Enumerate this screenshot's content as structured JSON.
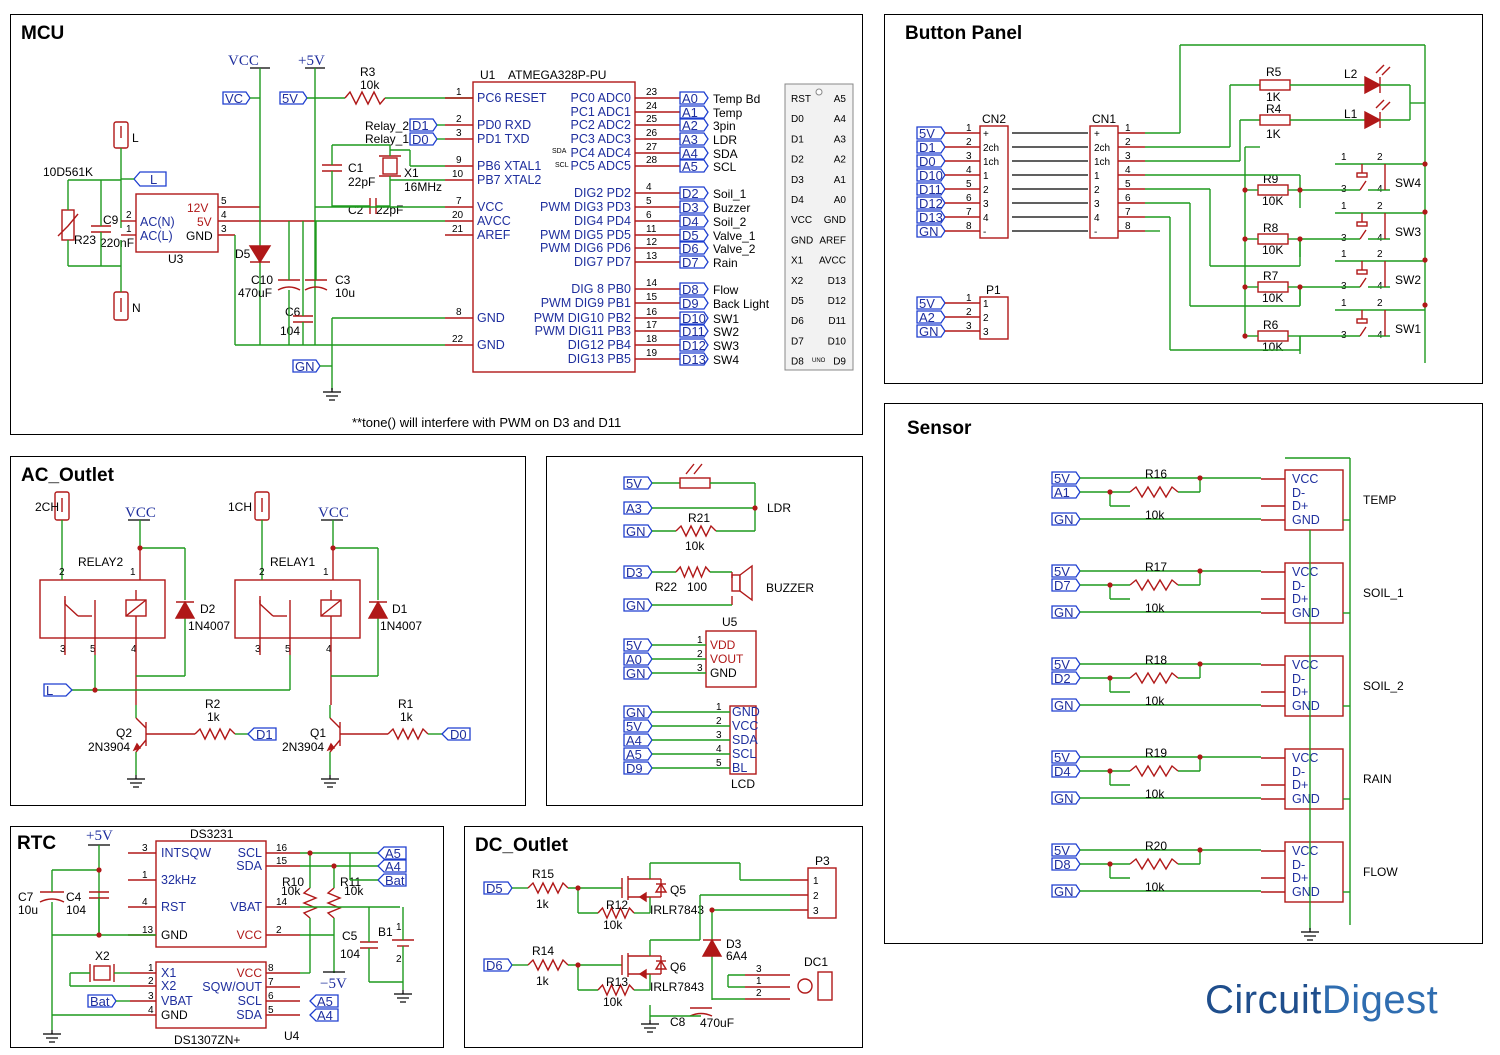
{
  "panels": {
    "mcu": "MCU",
    "button_panel": "Button Panel",
    "ac_outlet": "AC_Outlet",
    "sensor": "Sensor",
    "rtc": "RTC",
    "dc_outlet": "DC_Outlet"
  },
  "mcu": {
    "vcc": "VCC",
    "plus5v": "+5V",
    "r3": "R3",
    "r3_val": "10k",
    "u1": "U1",
    "u1_part": "ATMEGA328P-PU",
    "relay2": "Relay_2",
    "relay1": "Relay_1",
    "c1": "C1",
    "c1_val": "22pF",
    "c2": "C2",
    "c2_val": "22pF",
    "x1": "X1",
    "x1_val": "16MHz",
    "varistor": "10D561K",
    "r23": "R23",
    "c9": "C9",
    "c9_val": "220nF",
    "u3": "U3",
    "u3_pins": [
      "AC(N)",
      "AC(L)",
      "12V",
      "5V",
      "GND"
    ],
    "d5": "D5",
    "c10": "C10",
    "c10_val": "470uF",
    "c6": "C6",
    "c6_val": "104",
    "c3": "C3",
    "c3_val": "10u",
    "l_conn": "L",
    "n_conn": "N",
    "left_pins": [
      {
        "num": "1",
        "name": "PC6 RESET"
      },
      {
        "num": "2",
        "name": "PD0 RXD"
      },
      {
        "num": "3",
        "name": "PD1 TXD"
      },
      {
        "num": "9",
        "name": "PB6 XTAL1"
      },
      {
        "num": "10",
        "name": "PB7 XTAL2"
      },
      {
        "num": "7",
        "name": "VCC"
      },
      {
        "num": "20",
        "name": "AVCC"
      },
      {
        "num": "21",
        "name": "AREF"
      },
      {
        "num": "8",
        "name": "GND"
      },
      {
        "num": "22",
        "name": "GND"
      }
    ],
    "right_pins": [
      {
        "num": "23",
        "name": "PC0 ADC0",
        "net": "A0",
        "label": "Temp Bd"
      },
      {
        "num": "24",
        "name": "PC1 ADC1",
        "net": "A1",
        "label": "Temp"
      },
      {
        "num": "25",
        "name": "PC2 ADC2",
        "net": "A2",
        "label": "3pin"
      },
      {
        "num": "26",
        "name": "PC3 ADC3",
        "net": "A3",
        "label": "LDR"
      },
      {
        "num": "27",
        "name": "PC4 ADC4",
        "net": "A4",
        "label": "SDA"
      },
      {
        "num": "28",
        "name": "PC5 ADC5",
        "net": "A5",
        "label": "SCL"
      },
      {
        "num": "4",
        "name": "DIG2 PD2",
        "net": "D2",
        "label": "Soil_1"
      },
      {
        "num": "5",
        "name": "PWM DIG3 PD3",
        "net": "D3",
        "label": "Buzzer"
      },
      {
        "num": "6",
        "name": "DIG4 PD4",
        "net": "D4",
        "label": "Soil_2"
      },
      {
        "num": "11",
        "name": "PWM DIG5 PD5",
        "net": "D5",
        "label": "Valve_1"
      },
      {
        "num": "12",
        "name": "PWM DIG6 PD6",
        "net": "D6",
        "label": "Valve_2"
      },
      {
        "num": "13",
        "name": "DIG7 PD7",
        "net": "D7",
        "label": "Rain"
      },
      {
        "num": "14",
        "name": "DIG 8 PB0",
        "net": "D8",
        "label": "Flow"
      },
      {
        "num": "15",
        "name": "PWM DIG9 PB1",
        "net": "D9",
        "label": "Back Light"
      },
      {
        "num": "16",
        "name": "PWM DIG10 PB2",
        "net": "D10",
        "label": "SW1"
      },
      {
        "num": "17",
        "name": "PWM DIG11 PB3",
        "net": "D11",
        "label": "SW2"
      },
      {
        "num": "18",
        "name": "DIG12 PB4",
        "net": "D12",
        "label": "SW3"
      },
      {
        "num": "19",
        "name": "DIG13 PB5",
        "net": "D13",
        "label": "SW4"
      }
    ],
    "sda_tag": "SDA",
    "scl_tag": "SCL",
    "uno_left": [
      "RST",
      "D0",
      "D1",
      "D2",
      "D3",
      "D4",
      "VCC",
      "GND",
      "X1",
      "X2",
      "D5",
      "D6",
      "D7",
      "D8"
    ],
    "uno_right": [
      "A5",
      "A4",
      "A3",
      "A2",
      "A1",
      "A0",
      "GND",
      "AREF",
      "AVCC",
      "D13",
      "D12",
      "D11",
      "D10",
      "D9"
    ],
    "uno_tag": "UNO",
    "note": "**tone() will interfere with PWM on D3 and D11",
    "gn_tag": "GN",
    "vc_tag": "VC",
    "v5_tag": "5V"
  },
  "button_panel": {
    "cn2": "CN2",
    "cn1": "CN1",
    "cn2_nets": [
      "5V",
      "D1",
      "D0",
      "D10",
      "D11",
      "D12",
      "D13",
      "GN"
    ],
    "pin_nums": [
      "1",
      "2",
      "3",
      "4",
      "5",
      "6",
      "7",
      "8"
    ],
    "cn_labels": [
      "+",
      "2ch",
      "1ch",
      "1",
      "2",
      "3",
      "4",
      "-"
    ],
    "r5": "R5",
    "r5_val": "1K",
    "r4": "R4",
    "r4_val": "1K",
    "l2": "L2",
    "l1": "L1",
    "r9": "R9",
    "r9_val": "10K",
    "r8": "R8",
    "r8_val": "10K",
    "r7": "R7",
    "r7_val": "10K",
    "r6": "R6",
    "r6_val": "10K",
    "switches": [
      "SW4",
      "SW3",
      "SW2",
      "SW1"
    ],
    "p1": "P1",
    "p1_nets": [
      "5V",
      "A2",
      "GN"
    ],
    "p1_pins": [
      "1",
      "2",
      "3"
    ]
  },
  "ac_outlet": {
    "ch2": "2CH",
    "ch1": "1CH",
    "vcc": "VCC",
    "relay2": "RELAY2",
    "relay1": "RELAY1",
    "d2": "D2",
    "d2_val": "1N4007",
    "d1": "D1",
    "d1_val": "1N4007",
    "q2": "Q2",
    "q2_val": "2N3904",
    "q1": "Q1",
    "q1_val": "2N3904",
    "r2": "R2",
    "r2_val": "1k",
    "r1": "R1",
    "r1_val": "1k",
    "net_d1": "D1",
    "net_d0": "D0",
    "net_l": "L",
    "relay_pins": [
      "2",
      "1",
      "3",
      "5",
      "4"
    ]
  },
  "misc": {
    "ldr_label": "LDR",
    "r21": "R21",
    "r21_val": "10k",
    "r22": "R22",
    "r22_val": "100",
    "buzzer_label": "BUZZER",
    "u5": "U5",
    "u5_pins": [
      "VDD",
      "VOUT",
      "GND"
    ],
    "lcd_label": "LCD",
    "lcd_pins": [
      "GND",
      "VCC",
      "SDA",
      "SCL",
      "BL"
    ],
    "nets_ldr": [
      "5V",
      "A3",
      "GN"
    ],
    "nets_buzzer": [
      "D3",
      "GN"
    ],
    "nets_u5": [
      "5V",
      "A0",
      "GN"
    ],
    "nets_lcd": [
      "GN",
      "5V",
      "A4",
      "A5",
      "D9"
    ]
  },
  "sensor": {
    "pins": [
      "VCC",
      "D-",
      "D+",
      "GND"
    ],
    "rows": [
      {
        "ref": "R16",
        "val": "10k",
        "nets": [
          "5V",
          "A1",
          "GN"
        ],
        "name": "TEMP"
      },
      {
        "ref": "R17",
        "val": "10k",
        "nets": [
          "5V",
          "D7",
          "GN"
        ],
        "name": "SOIL_1"
      },
      {
        "ref": "R18",
        "val": "10k",
        "nets": [
          "5V",
          "D2",
          "GN"
        ],
        "name": "SOIL_2"
      },
      {
        "ref": "R19",
        "val": "10k",
        "nets": [
          "5V",
          "D4",
          "GN"
        ],
        "name": "RAIN"
      },
      {
        "ref": "R20",
        "val": "10k",
        "nets": [
          "5V",
          "D8",
          "GN"
        ],
        "name": "FLOW"
      }
    ]
  },
  "rtc": {
    "plus5v": "+5V",
    "minus5v": "−5V",
    "ds3231": "DS3231",
    "ds3231_left": [
      "INTSQW",
      "32kHz",
      "RST",
      "GND"
    ],
    "ds3231_left_nums": [
      "3",
      "1",
      "4",
      "13"
    ],
    "ds3231_right": [
      "SCL",
      "SDA",
      "VBAT",
      "VCC"
    ],
    "ds3231_right_nums": [
      "16",
      "15",
      "14",
      "2"
    ],
    "c7": "C7",
    "c7_val": "10u",
    "c4": "C4",
    "c4_val": "104",
    "r10": "R10",
    "r10_val": "10k",
    "r11": "R11",
    "r11_val": "10k",
    "c5": "C5",
    "c5_val": "104",
    "b1": "B1",
    "x2": "X2",
    "u4": "U4",
    "u4_part": "DS1307ZN+",
    "u4_left": [
      "X1",
      "X2",
      "VBAT",
      "GND"
    ],
    "u4_left_nums": [
      "1",
      "2",
      "3",
      "4"
    ],
    "u4_right": [
      "VCC",
      "SQW/OUT",
      "SCL",
      "SDA"
    ],
    "u4_right_nums": [
      "8",
      "7",
      "6",
      "5"
    ],
    "nets_right": [
      "A5",
      "A4",
      "Bat"
    ],
    "nets_u4": [
      "A5",
      "A4"
    ],
    "bat_tag": "Bat",
    "b1_pins": [
      "1",
      "2"
    ]
  },
  "dc_outlet": {
    "r15": "R15",
    "r15_val": "1k",
    "r14": "R14",
    "r14_val": "1k",
    "r12": "R12",
    "r12_val": "10k",
    "r13": "R13",
    "r13_val": "10k",
    "q5": "Q5",
    "q6": "Q6",
    "q_part": "IRLR7843",
    "p3": "P3",
    "p3_pins": [
      "1",
      "2",
      "3"
    ],
    "d3": "D3",
    "d3_val": "6A4",
    "dc1": "DC1",
    "dc1_pins": [
      "3",
      "1",
      "2"
    ],
    "c8": "C8",
    "c8_val": "470uF",
    "net_d5": "D5",
    "net_d6": "D6"
  },
  "logo": {
    "part1": "Circuit",
    "part2": "Digest"
  }
}
